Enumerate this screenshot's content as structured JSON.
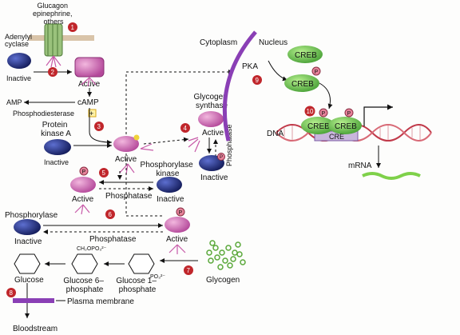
{
  "labels": {
    "hormone": [
      "Glucagon",
      "epinephrine,",
      "others"
    ],
    "adenylyl": [
      "Adenylyl",
      "cyclase"
    ],
    "inactive": "Inactive",
    "active": "Active",
    "camp": "cAMP",
    "amp": "AMP",
    "phosphodiesterase": "Phosphodiesterase",
    "pka_protein": [
      "Protein",
      "kinase A"
    ],
    "glycogen_synthase": [
      "Glycogen",
      "synthase"
    ],
    "phosphatase": "Phosphatase",
    "phosphorylase_kinase": [
      "Phosphorylase",
      "kinase"
    ],
    "phosphorylase": "Phosphorylase",
    "glucose": "Glucose",
    "glucose6p": [
      "Glucose 6–",
      "phosphate"
    ],
    "glucose1p": [
      "Glucose 1–",
      "phosphate"
    ],
    "glycogen": "Glycogen",
    "ch2opo3": "CH₂OPO₃²⁻",
    "po3": "PO₃²⁻",
    "plasma_membrane": "Plasma membrane",
    "bloodstream": "Bloodstream",
    "cytoplasm": "Cytoplasm",
    "nucleus": "Nucleus",
    "pka": "PKA",
    "creb": "CREB",
    "cre": "CRE",
    "dna": "DNA",
    "mrna": "mRNA",
    "p": "P",
    "plus": "+"
  },
  "steps": [
    "1",
    "2",
    "3",
    "4",
    "5",
    "6",
    "7",
    "8",
    "9",
    "10"
  ],
  "colors": {
    "step_badge": "#c0262b",
    "receptor": "#9ac27c",
    "pka_body": "#1f2b7a",
    "active_enzyme": "#c75aa8",
    "creb": "#6fbf4f",
    "nuclear_membrane": "#8a3fb5",
    "dna_strand": "#c13a4a",
    "mrna": "#7fd14a",
    "phospho": "#e6829a"
  }
}
